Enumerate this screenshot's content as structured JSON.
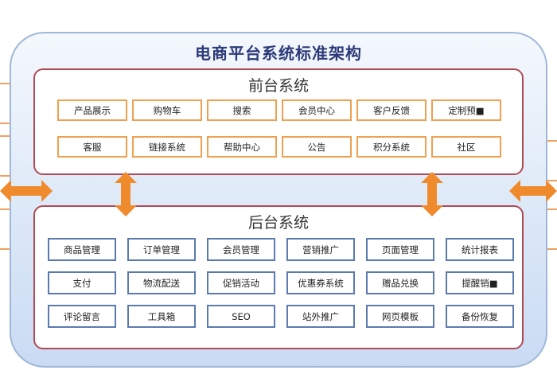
{
  "title": "电商平台系统标准架构",
  "front": {
    "title": "前台系统",
    "items": [
      "产品展示",
      "购物车",
      "搜索",
      "会员中心",
      "客户反馈",
      "定制预■",
      "客服",
      "链接系统",
      "帮助中心",
      "公告",
      "积分系统",
      "社区"
    ]
  },
  "back": {
    "title": "后台系统",
    "items": [
      "商品管理",
      "订单管理",
      "会员管理",
      "营销推广",
      "页面管理",
      "统计报表",
      "支付",
      "物流配送",
      "促销活动",
      "优惠券系统",
      "赠品兑换",
      "提醒销■",
      "评论留言",
      "工具箱",
      "SEO",
      "站外推广",
      "网页模板",
      "备份恢复"
    ]
  },
  "colors": {
    "arrow": "#ef8b2c",
    "front_border": "#b04a55",
    "front_item_border": "#f0a050",
    "back_item_border": "#5b7bb0"
  }
}
